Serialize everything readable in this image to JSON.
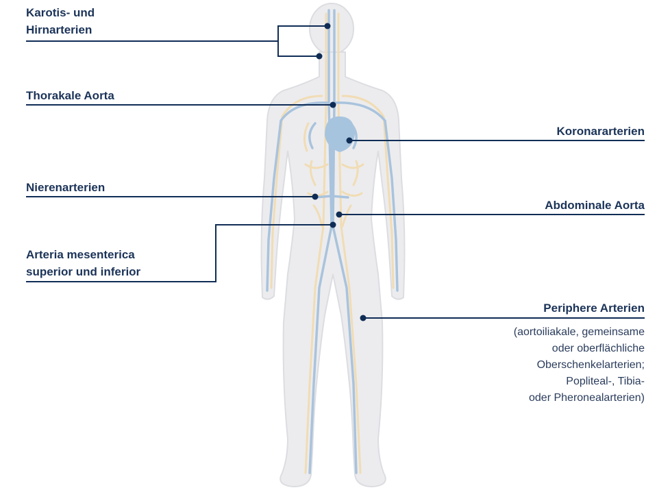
{
  "labels": {
    "carotid": "Karotis- und\nHirnarterien",
    "thoracic": "Thorakale Aorta",
    "coronary": "Koronararterien",
    "renal": "Nierenarterien",
    "abdominal": "Abdominale Aorta",
    "mesenteric": "Arteria mesenterica\nsuperior und inferior",
    "peripheral": "Periphere Arterien"
  },
  "peripheral_note": "(aortoiliakale, gemeinsame\noder oberflächliche\nOberschenkelarterien;\nPopliteal-, Tibia-\noder Pheronealarterien)",
  "colors": {
    "line": "#0f2c55",
    "body": "#ececee",
    "body_outline": "#d9dade",
    "artery": "#a9c3dd",
    "vein": "#f1dcb4",
    "heart": "#a7c4df"
  }
}
